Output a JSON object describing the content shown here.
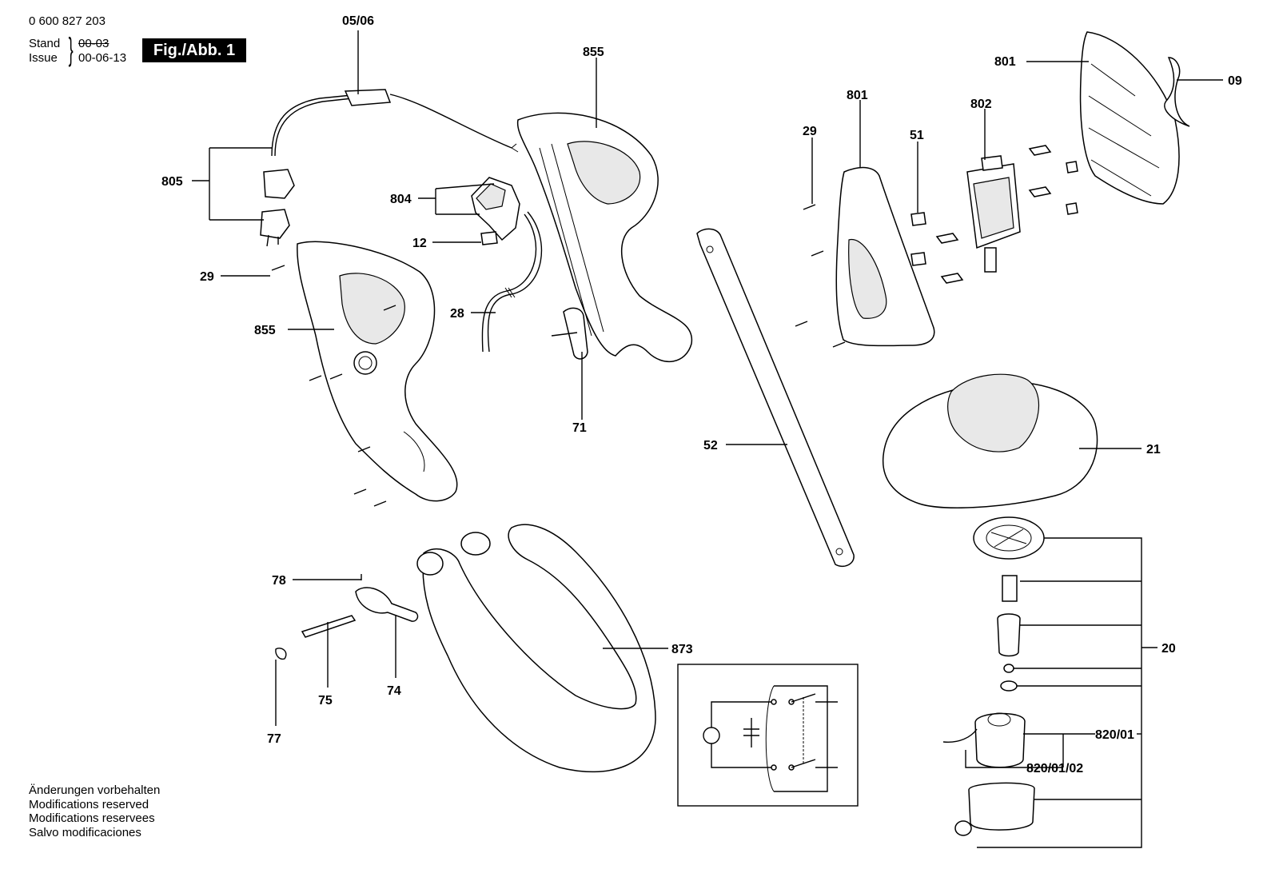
{
  "header": {
    "doc_number": "0 600 827 203",
    "stand_label": "Stand",
    "stand_value": "00-03",
    "issue_label": "Issue",
    "issue_value": "00-06-13",
    "figure_label": "Fig./Abb. 1"
  },
  "notes": [
    "Änderungen vorbehalten",
    "Modifications reserved",
    "Modifications reservees",
    "Salvo modificaciones"
  ],
  "callouts": {
    "c0506": "05/06",
    "c855_top": "855",
    "c801_top": "801",
    "c09": "09",
    "c801_mid": "801",
    "c802": "802",
    "c29_right": "29",
    "c51": "51",
    "c805": "805",
    "c804": "804",
    "c12": "12",
    "c29_left": "29",
    "c28": "28",
    "c855_left": "855",
    "c71": "71",
    "c52": "52",
    "c21": "21",
    "c78": "78",
    "c75": "75",
    "c74": "74",
    "c77": "77",
    "c873": "873",
    "c20": "20",
    "c820_01": "820/01",
    "c820_01_02": "820/01/02"
  }
}
